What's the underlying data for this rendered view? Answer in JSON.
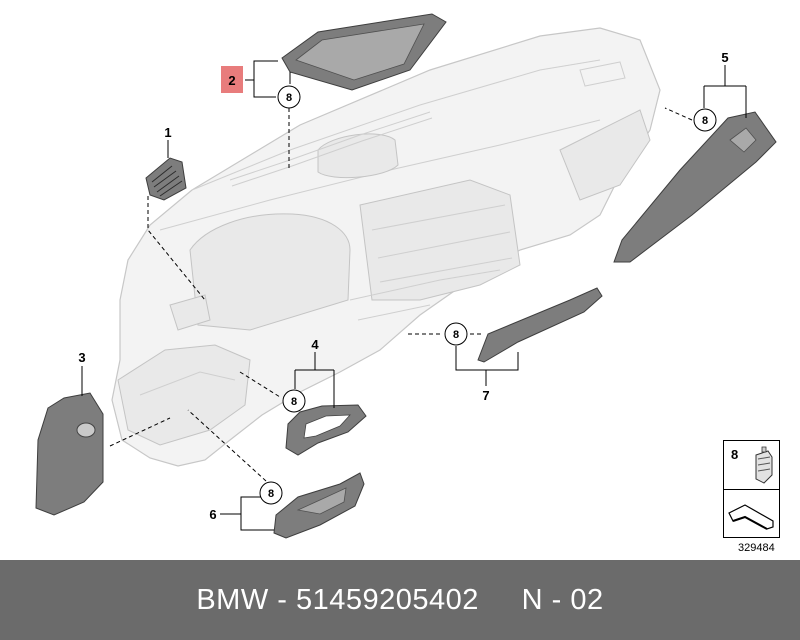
{
  "callouts": {
    "c1": "1",
    "c2": "2",
    "c3": "3",
    "c4": "4",
    "c5": "5",
    "c6": "6",
    "c7": "7"
  },
  "clip": {
    "number": "8"
  },
  "highlight_color": "#e87c7c",
  "legend": {
    "number": "8"
  },
  "reference_number": "329484",
  "footer": {
    "text": "BMW - 51459205402     N - 02"
  }
}
